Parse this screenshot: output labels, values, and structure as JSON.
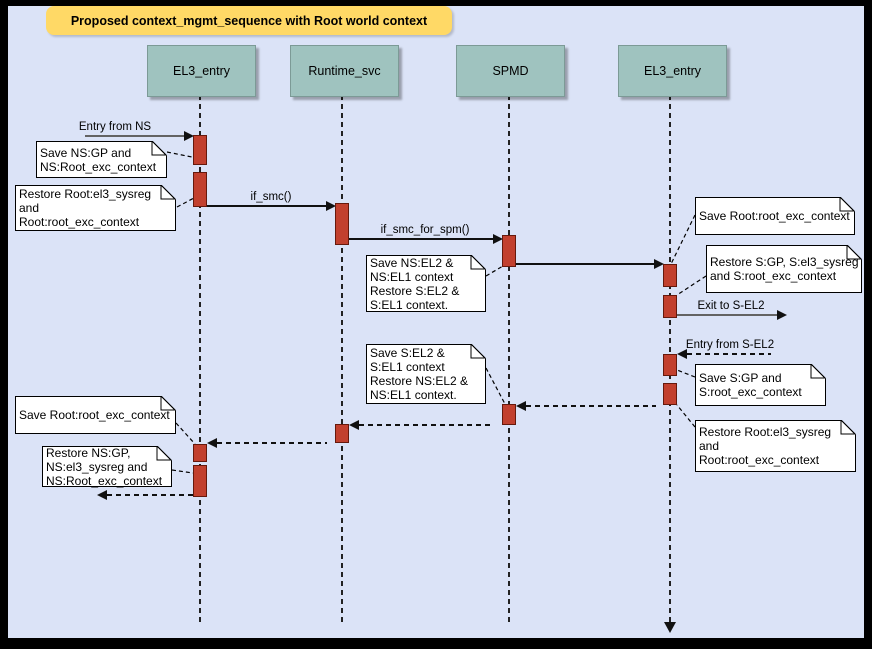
{
  "title": "Proposed context_mgmt_sequence with Root world context",
  "participants": [
    {
      "label": "EL3_entry"
    },
    {
      "label": "Runtime_svc"
    },
    {
      "label": "SPMD"
    },
    {
      "label": "EL3_entry"
    }
  ],
  "messages": {
    "entry_from_ns": "Entry from NS",
    "if_smc": "if_smc()",
    "if_smc_for_spm": "if_smc_for_spm()",
    "exit_to_s_el2": "Exit to S-EL2",
    "entry_from_s_el2": "Entry from S-EL2"
  },
  "notes": [
    {
      "text": "Save NS:GP and\nNS:Root_exc_context"
    },
    {
      "text": "Restore Root:el3_sysreg\nand\nRoot:root_exc_context"
    },
    {
      "text": "Save NS:EL2 &\nNS:EL1 context\nRestore S:EL2 &\nS:EL1 context."
    },
    {
      "text": "Save Root:root_exc_context"
    },
    {
      "text": "Restore S:GP, S:el3_sysreg\nand S:root_exc_context"
    },
    {
      "text": "Save S:GP and\nS:root_exc_context"
    },
    {
      "text": "Restore Root:el3_sysreg\nand\nRoot:root_exc_context"
    },
    {
      "text": "Save S:EL2 &\nS:EL1 context\nRestore NS:EL2 &\nNS:EL1 context."
    },
    {
      "text": "Save Root:root_exc_context"
    },
    {
      "text": "Restore NS:GP,\nNS:el3_sysreg and\nNS:Root_exc_context"
    }
  ],
  "colors": {
    "background": "#dbe3f7",
    "frame": "#000000",
    "title_fill": "#ffd966",
    "participant_fill": "#9fc3bf",
    "activation_fill": "#c2402e",
    "activation_border": "#66190c",
    "note_fill": "#ffffff",
    "gray_arrow": "#636363"
  }
}
